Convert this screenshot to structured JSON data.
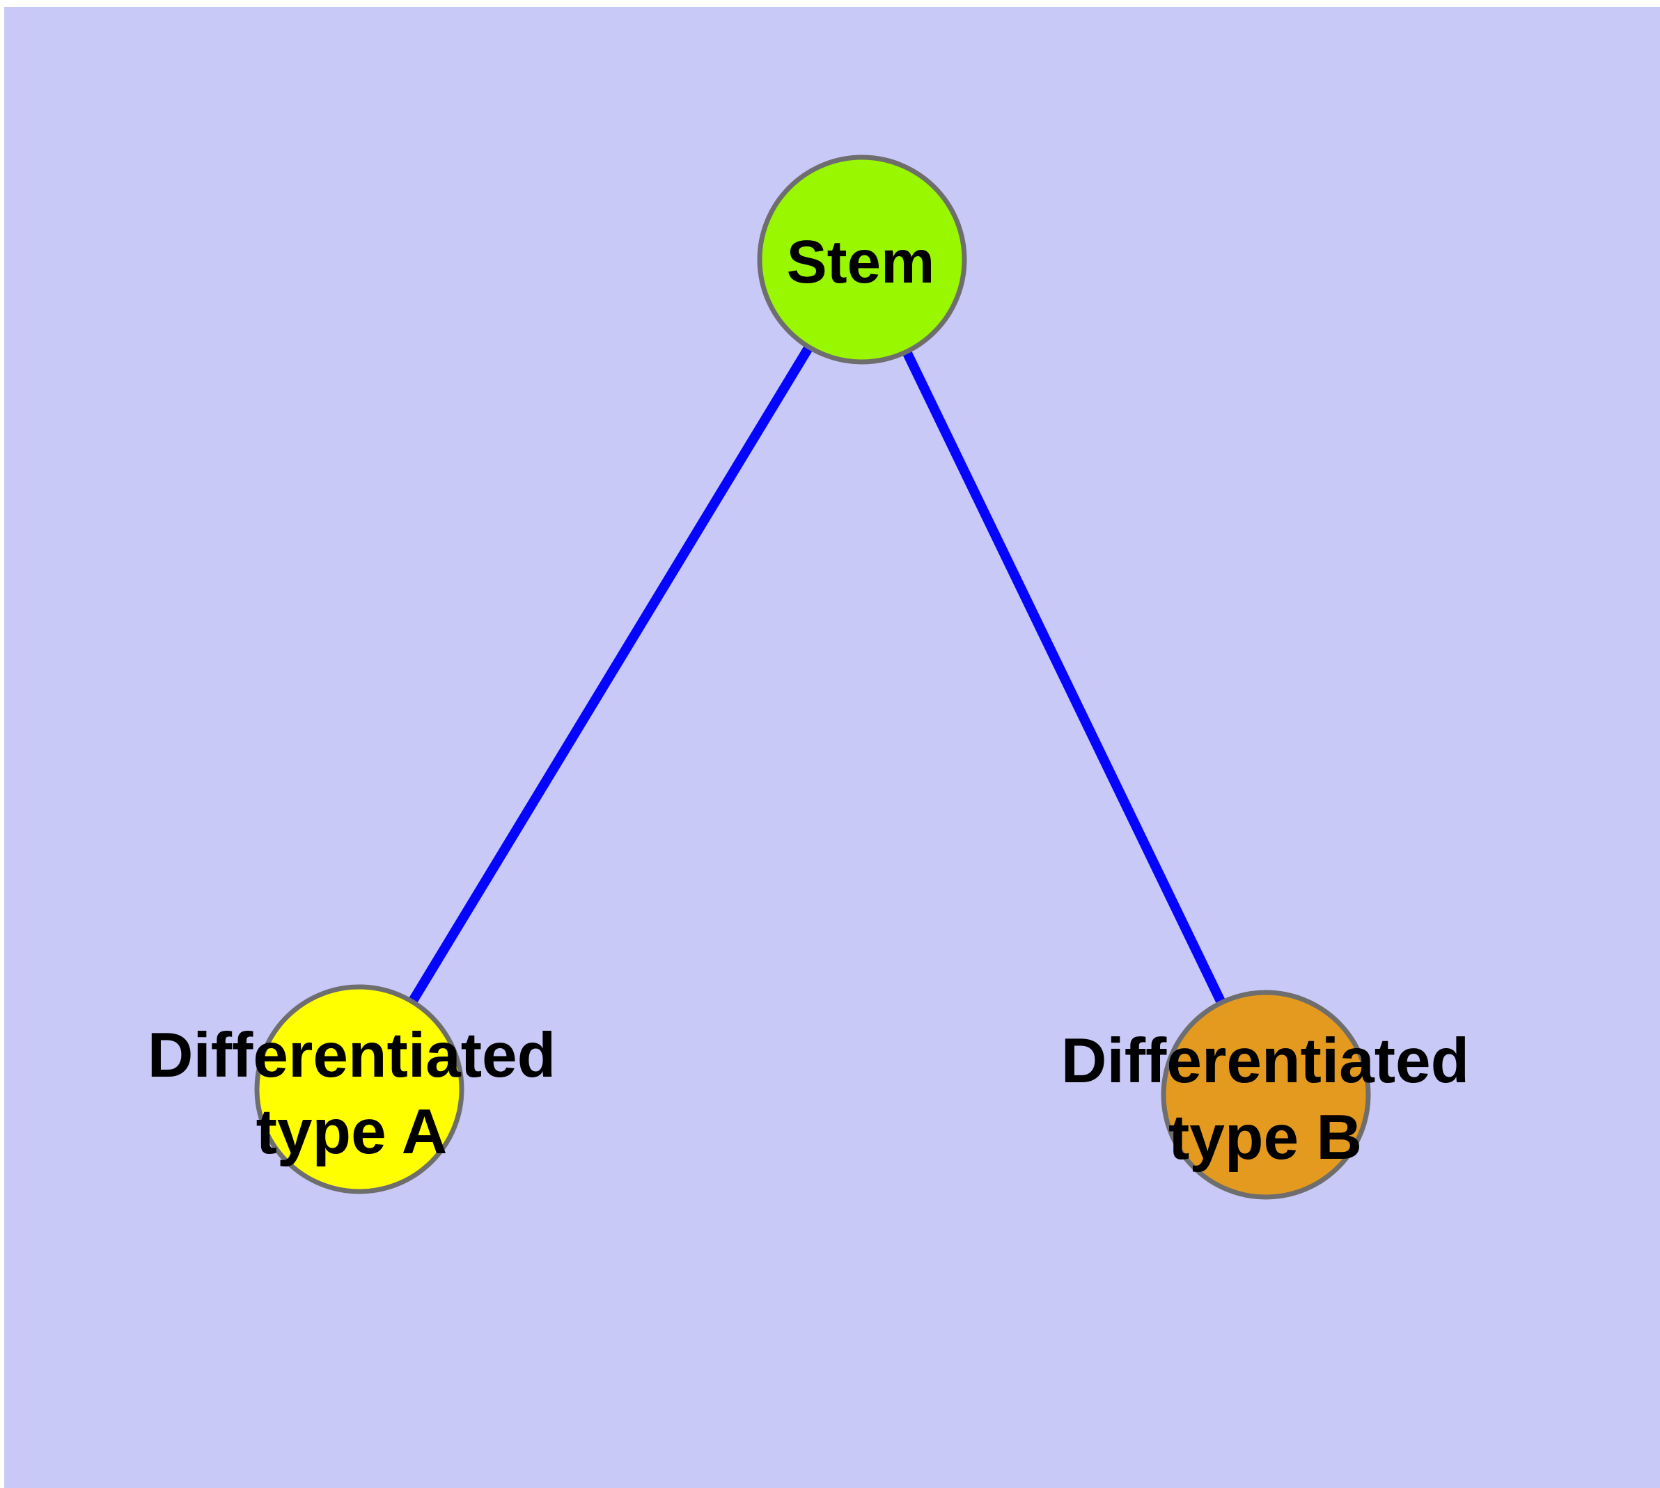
{
  "diagram": {
    "title": "",
    "background_color": "#C9C9F8",
    "margin_color": "#FFFFFF",
    "edge_color": "#0404FF",
    "node_border_color": "#6E6E6E",
    "label_color": "#000000",
    "nodes": {
      "stem": {
        "label": "Stem",
        "fill": "#99F700"
      },
      "type_a": {
        "label_line1": "Differentiated",
        "label_line2": "type A",
        "fill": "#FFFF00"
      },
      "type_b": {
        "label_line1": "Differentiated",
        "label_line2": "type B",
        "fill": "#E49A1F"
      }
    },
    "edges": [
      {
        "from": "Stem",
        "to": "Differentiated type A"
      },
      {
        "from": "Stem",
        "to": "Differentiated type B"
      }
    ]
  }
}
